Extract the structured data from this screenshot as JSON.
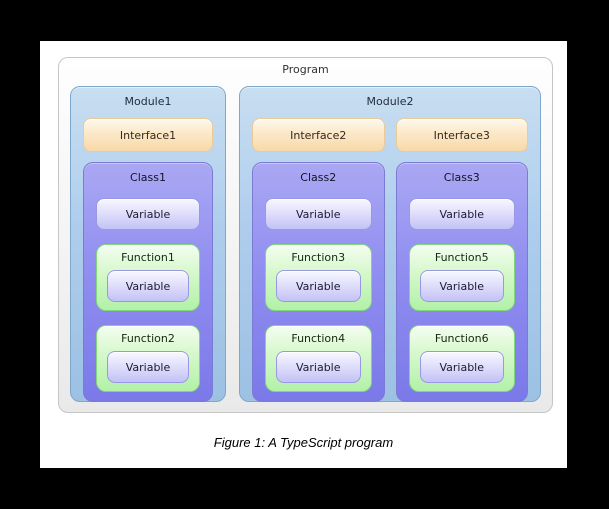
{
  "figure": {
    "caption": "Figure 1: A TypeScript program"
  },
  "program": {
    "label": "Program",
    "modules": [
      {
        "label": "Module1",
        "columns": [
          {
            "interface": "Interface1",
            "class": {
              "label": "Class1",
              "variable": "Variable",
              "functions": [
                {
                  "label": "Function1",
                  "variable": "Variable"
                },
                {
                  "label": "Function2",
                  "variable": "Variable"
                }
              ]
            }
          }
        ]
      },
      {
        "label": "Module2",
        "columns": [
          {
            "interface": "Interface2",
            "class": {
              "label": "Class2",
              "variable": "Variable",
              "functions": [
                {
                  "label": "Function3",
                  "variable": "Variable"
                },
                {
                  "label": "Function4",
                  "variable": "Variable"
                }
              ]
            }
          },
          {
            "interface": "Interface3",
            "class": {
              "label": "Class3",
              "variable": "Variable",
              "functions": [
                {
                  "label": "Function5",
                  "variable": "Variable"
                },
                {
                  "label": "Function6",
                  "variable": "Variable"
                }
              ]
            }
          }
        ]
      }
    ]
  },
  "colors": {
    "background": "#000000",
    "page": "#ffffff",
    "program_fill": "#f0f0f0",
    "program_border": "#c6c6c6",
    "module_fill": "#b0cfec",
    "module_border": "#7fa7cc",
    "interface_fill": "#f8d9a9",
    "interface_border": "#eaca97",
    "class_fill": "#8583ec",
    "class_border": "#7c7ad2",
    "variable_fill": "#d3d2f9",
    "variable_border": "#9a98e4",
    "function_fill": "#c6f5ba",
    "function_border": "#82d77a"
  }
}
